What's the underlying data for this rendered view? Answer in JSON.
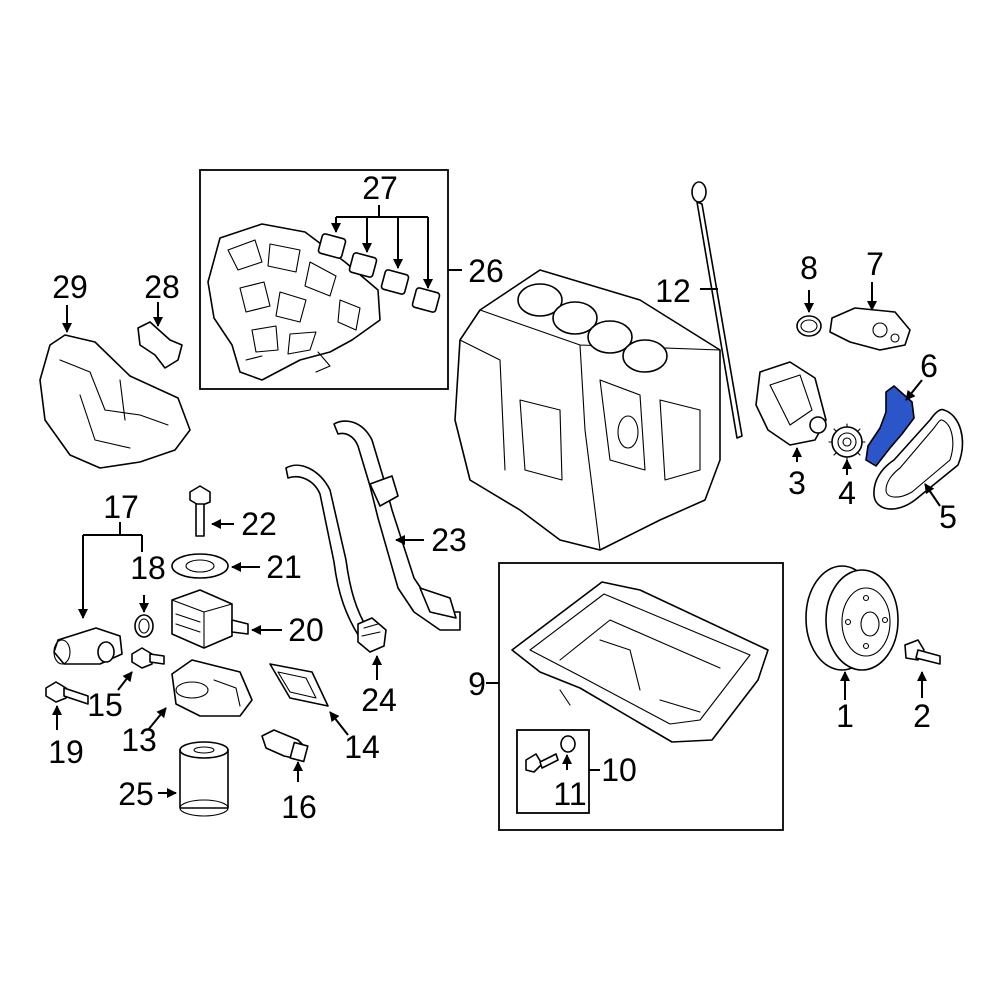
{
  "diagram": {
    "highlight_color": "#2b56c9",
    "line_color": "#000000",
    "background": "#ffffff",
    "callouts": [
      {
        "id": "c1",
        "text": "1"
      },
      {
        "id": "c2",
        "text": "2"
      },
      {
        "id": "c3",
        "text": "3"
      },
      {
        "id": "c4",
        "text": "4"
      },
      {
        "id": "c5",
        "text": "5"
      },
      {
        "id": "c6",
        "text": "6"
      },
      {
        "id": "c7",
        "text": "7"
      },
      {
        "id": "c8",
        "text": "8"
      },
      {
        "id": "c9",
        "text": "9"
      },
      {
        "id": "c10",
        "text": "10"
      },
      {
        "id": "c11",
        "text": "11"
      },
      {
        "id": "c12",
        "text": "12"
      },
      {
        "id": "c13",
        "text": "13"
      },
      {
        "id": "c14",
        "text": "14"
      },
      {
        "id": "c15",
        "text": "15"
      },
      {
        "id": "c16",
        "text": "16"
      },
      {
        "id": "c17",
        "text": "17"
      },
      {
        "id": "c18",
        "text": "18"
      },
      {
        "id": "c19",
        "text": "19"
      },
      {
        "id": "c20",
        "text": "20"
      },
      {
        "id": "c21",
        "text": "21"
      },
      {
        "id": "c22",
        "text": "22"
      },
      {
        "id": "c23",
        "text": "23"
      },
      {
        "id": "c24",
        "text": "24"
      },
      {
        "id": "c25",
        "text": "25"
      },
      {
        "id": "c26",
        "text": "26"
      },
      {
        "id": "c27",
        "text": "27"
      },
      {
        "id": "c28",
        "text": "28"
      },
      {
        "id": "c29",
        "text": "29"
      }
    ]
  }
}
